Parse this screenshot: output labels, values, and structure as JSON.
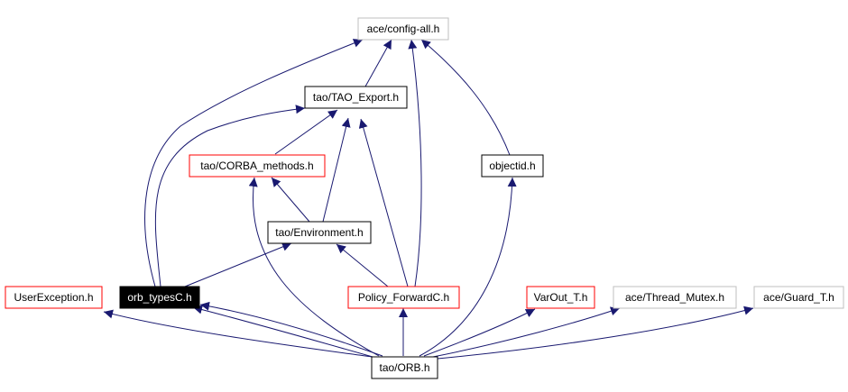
{
  "colors": {
    "edge": "#191970",
    "border_local": "#000000",
    "border_incomplete": "#ff0000",
    "border_external": "#bfbfbf",
    "focus_fill": "#000000",
    "focus_text": "#ffffff"
  },
  "nodes": {
    "config_all": {
      "label": "ace/config-all.h",
      "kind": "external"
    },
    "tao_export": {
      "label": "tao/TAO_Export.h",
      "kind": "local"
    },
    "corba_methods": {
      "label": "tao/CORBA_methods.h",
      "kind": "incomplete"
    },
    "objectid": {
      "label": "objectid.h",
      "kind": "local"
    },
    "environment": {
      "label": "tao/Environment.h",
      "kind": "local"
    },
    "user_exception": {
      "label": "UserException.h",
      "kind": "incomplete"
    },
    "orb_types": {
      "label": "orb_typesC.h",
      "kind": "focus"
    },
    "policy_forward": {
      "label": "Policy_ForwardC.h",
      "kind": "incomplete"
    },
    "varout": {
      "label": "VarOut_T.h",
      "kind": "incomplete"
    },
    "thread_mutex": {
      "label": "ace/Thread_Mutex.h",
      "kind": "external"
    },
    "guard_t": {
      "label": "ace/Guard_T.h",
      "kind": "external"
    },
    "orb": {
      "label": "tao/ORB.h",
      "kind": "local"
    }
  },
  "edges": [
    {
      "from": "orb",
      "to": "user_exception"
    },
    {
      "from": "orb",
      "to": "orb_types"
    },
    {
      "from": "orb",
      "to": "policy_forward"
    },
    {
      "from": "orb",
      "to": "varout"
    },
    {
      "from": "orb",
      "to": "thread_mutex"
    },
    {
      "from": "orb",
      "to": "guard_t"
    },
    {
      "from": "orb",
      "to": "objectid"
    },
    {
      "from": "orb",
      "to": "corba_methods"
    },
    {
      "from": "orb_types",
      "to": "config_all"
    },
    {
      "from": "orb_types",
      "to": "tao_export"
    },
    {
      "from": "orb_types",
      "to": "environment"
    },
    {
      "from": "policy_forward",
      "to": "environment"
    },
    {
      "from": "policy_forward",
      "to": "tao_export"
    },
    {
      "from": "policy_forward",
      "to": "config_all"
    },
    {
      "from": "environment",
      "to": "tao_export"
    },
    {
      "from": "environment",
      "to": "corba_methods"
    },
    {
      "from": "corba_methods",
      "to": "tao_export"
    },
    {
      "from": "tao_export",
      "to": "config_all"
    },
    {
      "from": "objectid",
      "to": "config_all"
    }
  ]
}
